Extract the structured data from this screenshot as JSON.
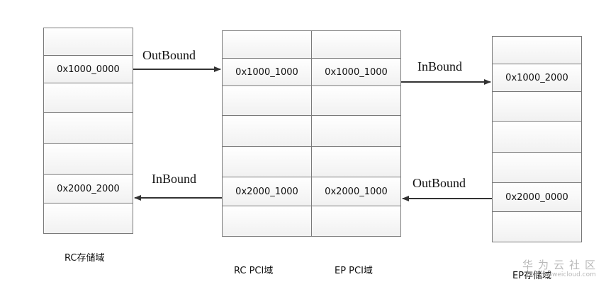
{
  "rc_memory": {
    "caption": "RC存储域",
    "cells": [
      "",
      "0x1000_0000",
      "",
      "",
      "",
      "0x2000_2000",
      ""
    ]
  },
  "rc_pci": {
    "caption": "RC PCI域",
    "cells": [
      "",
      "0x1000_1000",
      "",
      "",
      "",
      "0x2000_1000",
      ""
    ]
  },
  "ep_pci": {
    "caption": "EP PCI域",
    "cells": [
      "",
      "0x1000_1000",
      "",
      "",
      "",
      "0x2000_1000",
      ""
    ]
  },
  "ep_memory": {
    "caption": "EP存储域",
    "cells": [
      "",
      "0x1000_2000",
      "",
      "",
      "",
      "0x2000_0000",
      ""
    ]
  },
  "arrows": {
    "rc_to_pci": "OutBound",
    "pci_to_ep": "InBound",
    "pci_to_rc": "InBound",
    "ep_to_pci": "OutBound"
  },
  "watermark": {
    "cn": "华为云社区",
    "url": "bbs.huaweicloud.com"
  }
}
